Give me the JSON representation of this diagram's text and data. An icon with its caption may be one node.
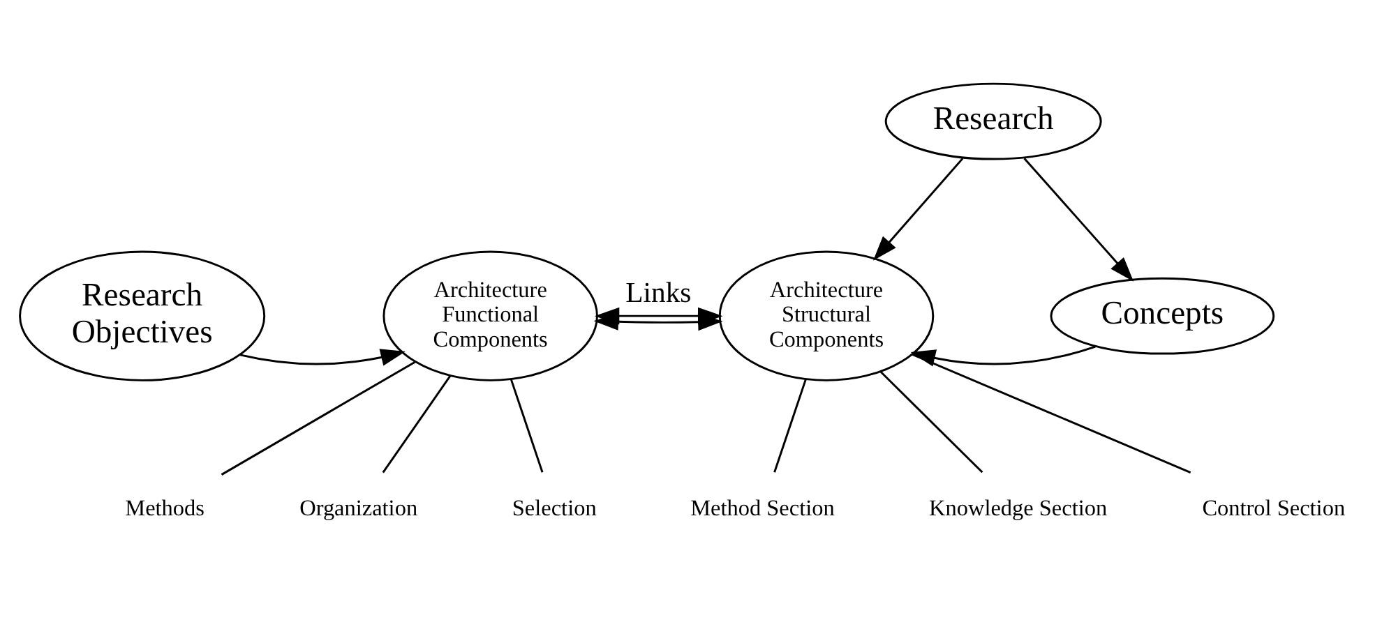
{
  "diagram": {
    "nodes": [
      {
        "text": [
          "Research Objectives"
        ]
      },
      {
        "text": [
          "Architecture Functional Components"
        ]
      },
      {
        "text": [
          "Architecture Structural Components"
        ]
      },
      {
        "text": [
          "Research"
        ]
      },
      {
        "text": [
          "Concepts"
        ]
      },
      {
        "text": [
          "Methods"
        ]
      },
      {
        "text": [
          "Organization"
        ]
      },
      {
        "text": [
          "Selection"
        ]
      },
      {
        "text": [
          "Method Section"
        ]
      },
      {
        "text": [
          "Knowledge Section"
        ]
      },
      {
        "text": [
          "Control Section"
        ]
      }
    ],
    "edges": [
      {
        "from": 0,
        "to": 1,
        "arrow": "to"
      },
      {
        "from": 1,
        "to": 2,
        "arrow": "both",
        "label": "Links"
      },
      {
        "from": 1,
        "to": 2,
        "arrow": "both"
      },
      {
        "from": 3,
        "to": 2,
        "arrow": "to"
      },
      {
        "from": 3,
        "to": 4,
        "arrow": "to"
      },
      {
        "from": 4,
        "to": 2,
        "arrow": "to"
      },
      {
        "from": 1,
        "to": 5,
        "arrow": "none"
      },
      {
        "from": 1,
        "to": 6,
        "arrow": "none"
      },
      {
        "from": 1,
        "to": 7,
        "arrow": "none"
      },
      {
        "from": 2,
        "to": 8,
        "arrow": "none"
      },
      {
        "from": 2,
        "to": 9,
        "arrow": "none"
      },
      {
        "from": 2,
        "to": 10,
        "arrow": "none"
      }
    ]
  }
}
